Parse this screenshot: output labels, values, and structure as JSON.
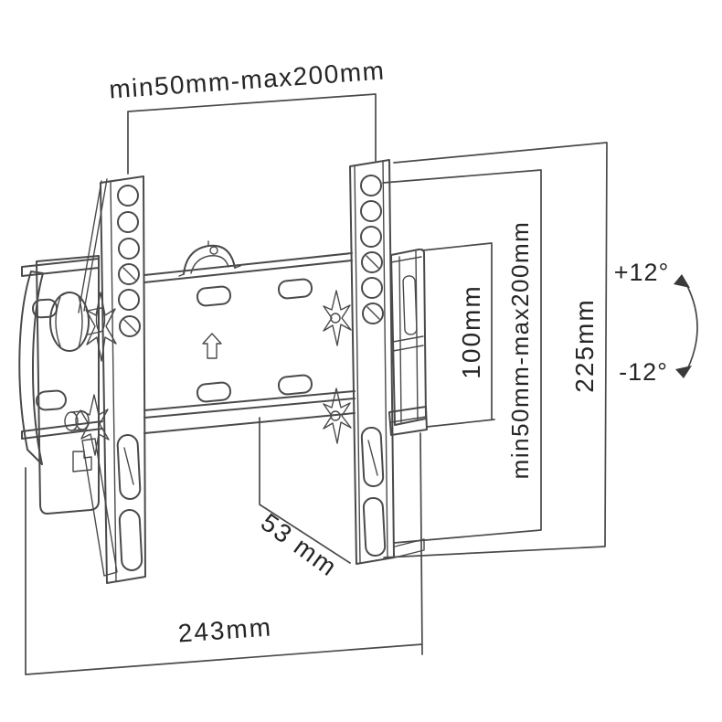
{
  "diagram": {
    "type": "technical-dimension-drawing",
    "subject": "tilting TV wall mount bracket, perspective line drawing",
    "colors": {
      "background": "#ffffff",
      "line": "#4a4a4a",
      "text": "#262626"
    },
    "labels": {
      "top_width_range": "min50mm-max200mm",
      "vesa_height": "100mm",
      "side_height_range": "min50mm-max200mm",
      "bracket_height": "225mm",
      "tilt_up": "+12°",
      "tilt_down": "-12°",
      "depth": "53 mm",
      "base_width": "243mm"
    }
  }
}
